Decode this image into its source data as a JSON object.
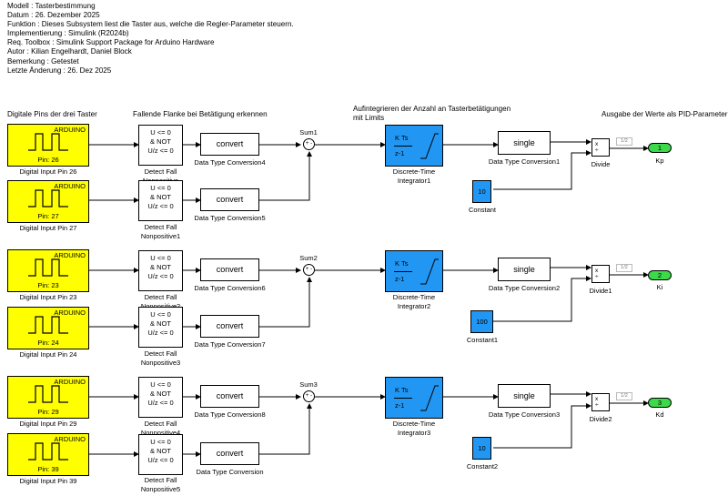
{
  "model_info": {
    "model": "Modell : Tasterbestimmung",
    "date": "Datum : 26. Dezember 2025",
    "function": "Funktion : Dieses Subsystem liest die Taster aus, welche die Regler-Parameter steuern.",
    "implementation": "Implementierung : Simulink (R2024b)",
    "toolbox": "Req. Toolbox : Simulink Support Package for Arduino Hardware",
    "author": "Autor : Kilian Engelhardt, Daniel Block",
    "remark": "Bemerkung : Getestet",
    "last_change": "Letzte Änderung : 26. Dez 2025"
  },
  "headers": {
    "pins": "Digitale Pins der drei Taster",
    "edge": "Fallende Flanke bei Betätigung erkennen",
    "integrate_line1": "Aufintegrieren der Anzahl an Tasterbetätigungen",
    "integrate_line2": "mit Limits",
    "output": "Ausgabe der Werte als PID-Parameter"
  },
  "arduino_brand": "ARDUINO",
  "arduino_blocks": [
    {
      "pin": "Pin: 26",
      "label": "Digital Input Pin 26"
    },
    {
      "pin": "Pin: 27",
      "label": "Digital Input Pin 27"
    },
    {
      "pin": "Pin: 23",
      "label": "Digital Input Pin 23"
    },
    {
      "pin": "Pin: 24",
      "label": "Digital Input Pin 24"
    },
    {
      "pin": "Pin: 29",
      "label": "Digital Input Pin 29"
    },
    {
      "pin": "Pin: 39",
      "label": "Digital Input Pin 39"
    }
  ],
  "detect_text": {
    "line1": "U <= 0",
    "line2": "& NOT",
    "line3": "U/z <= 0"
  },
  "detect_blocks": [
    {
      "label1": "Detect Fall",
      "label2": "Nonpositive"
    },
    {
      "label1": "Detect Fall",
      "label2": "Nonpositive1"
    },
    {
      "label1": "Detect Fall",
      "label2": "Nonpositive2"
    },
    {
      "label1": "Detect Fall",
      "label2": "Nonpositive3"
    },
    {
      "label1": "Detect Fall",
      "label2": "Nonpositive4"
    },
    {
      "label1": "Detect Fall",
      "label2": "Nonpositive5"
    }
  ],
  "convert_text": "convert",
  "convert_blocks": [
    "Data Type Conversion4",
    "Data Type Conversion5",
    "Data Type Conversion6",
    "Data Type Conversion7",
    "Data Type Conversion8",
    "Data Type Conversion"
  ],
  "sums": [
    {
      "label": "Sum1",
      "sign": "+ -"
    },
    {
      "label": "Sum2",
      "sign": "+ -"
    },
    {
      "label": "Sum3",
      "sign": "+ -"
    }
  ],
  "integrator_text": {
    "num": "K Ts",
    "den": "z-1"
  },
  "integrators": [
    {
      "label1": "Discrete-Time",
      "label2": "Integrator1"
    },
    {
      "label1": "Discrete-Time",
      "label2": "Integrator2"
    },
    {
      "label1": "Discrete-Time",
      "label2": "Integrator3"
    }
  ],
  "single_text": "single",
  "single_blocks": [
    "Data Type Conversion1",
    "Data Type Conversion2",
    "Data Type Conversion3"
  ],
  "constants": [
    {
      "value": "10",
      "label": "Constant"
    },
    {
      "value": "100",
      "label": "Constant1"
    },
    {
      "value": "10",
      "label": "Constant2"
    }
  ],
  "divide_text": {
    "top": "x",
    "bottom": "÷"
  },
  "divides": [
    "Divide",
    "Divide1",
    "Divide2"
  ],
  "display_tag": "1/2",
  "outports": [
    {
      "num": "1",
      "label": "Kp"
    },
    {
      "num": "2",
      "label": "Ki"
    },
    {
      "num": "3",
      "label": "Kd"
    }
  ],
  "colors": {
    "arduino": "#ffff00",
    "integrator": "#2196f3",
    "constant": "#2196f3",
    "outport": "#3cd94a"
  }
}
